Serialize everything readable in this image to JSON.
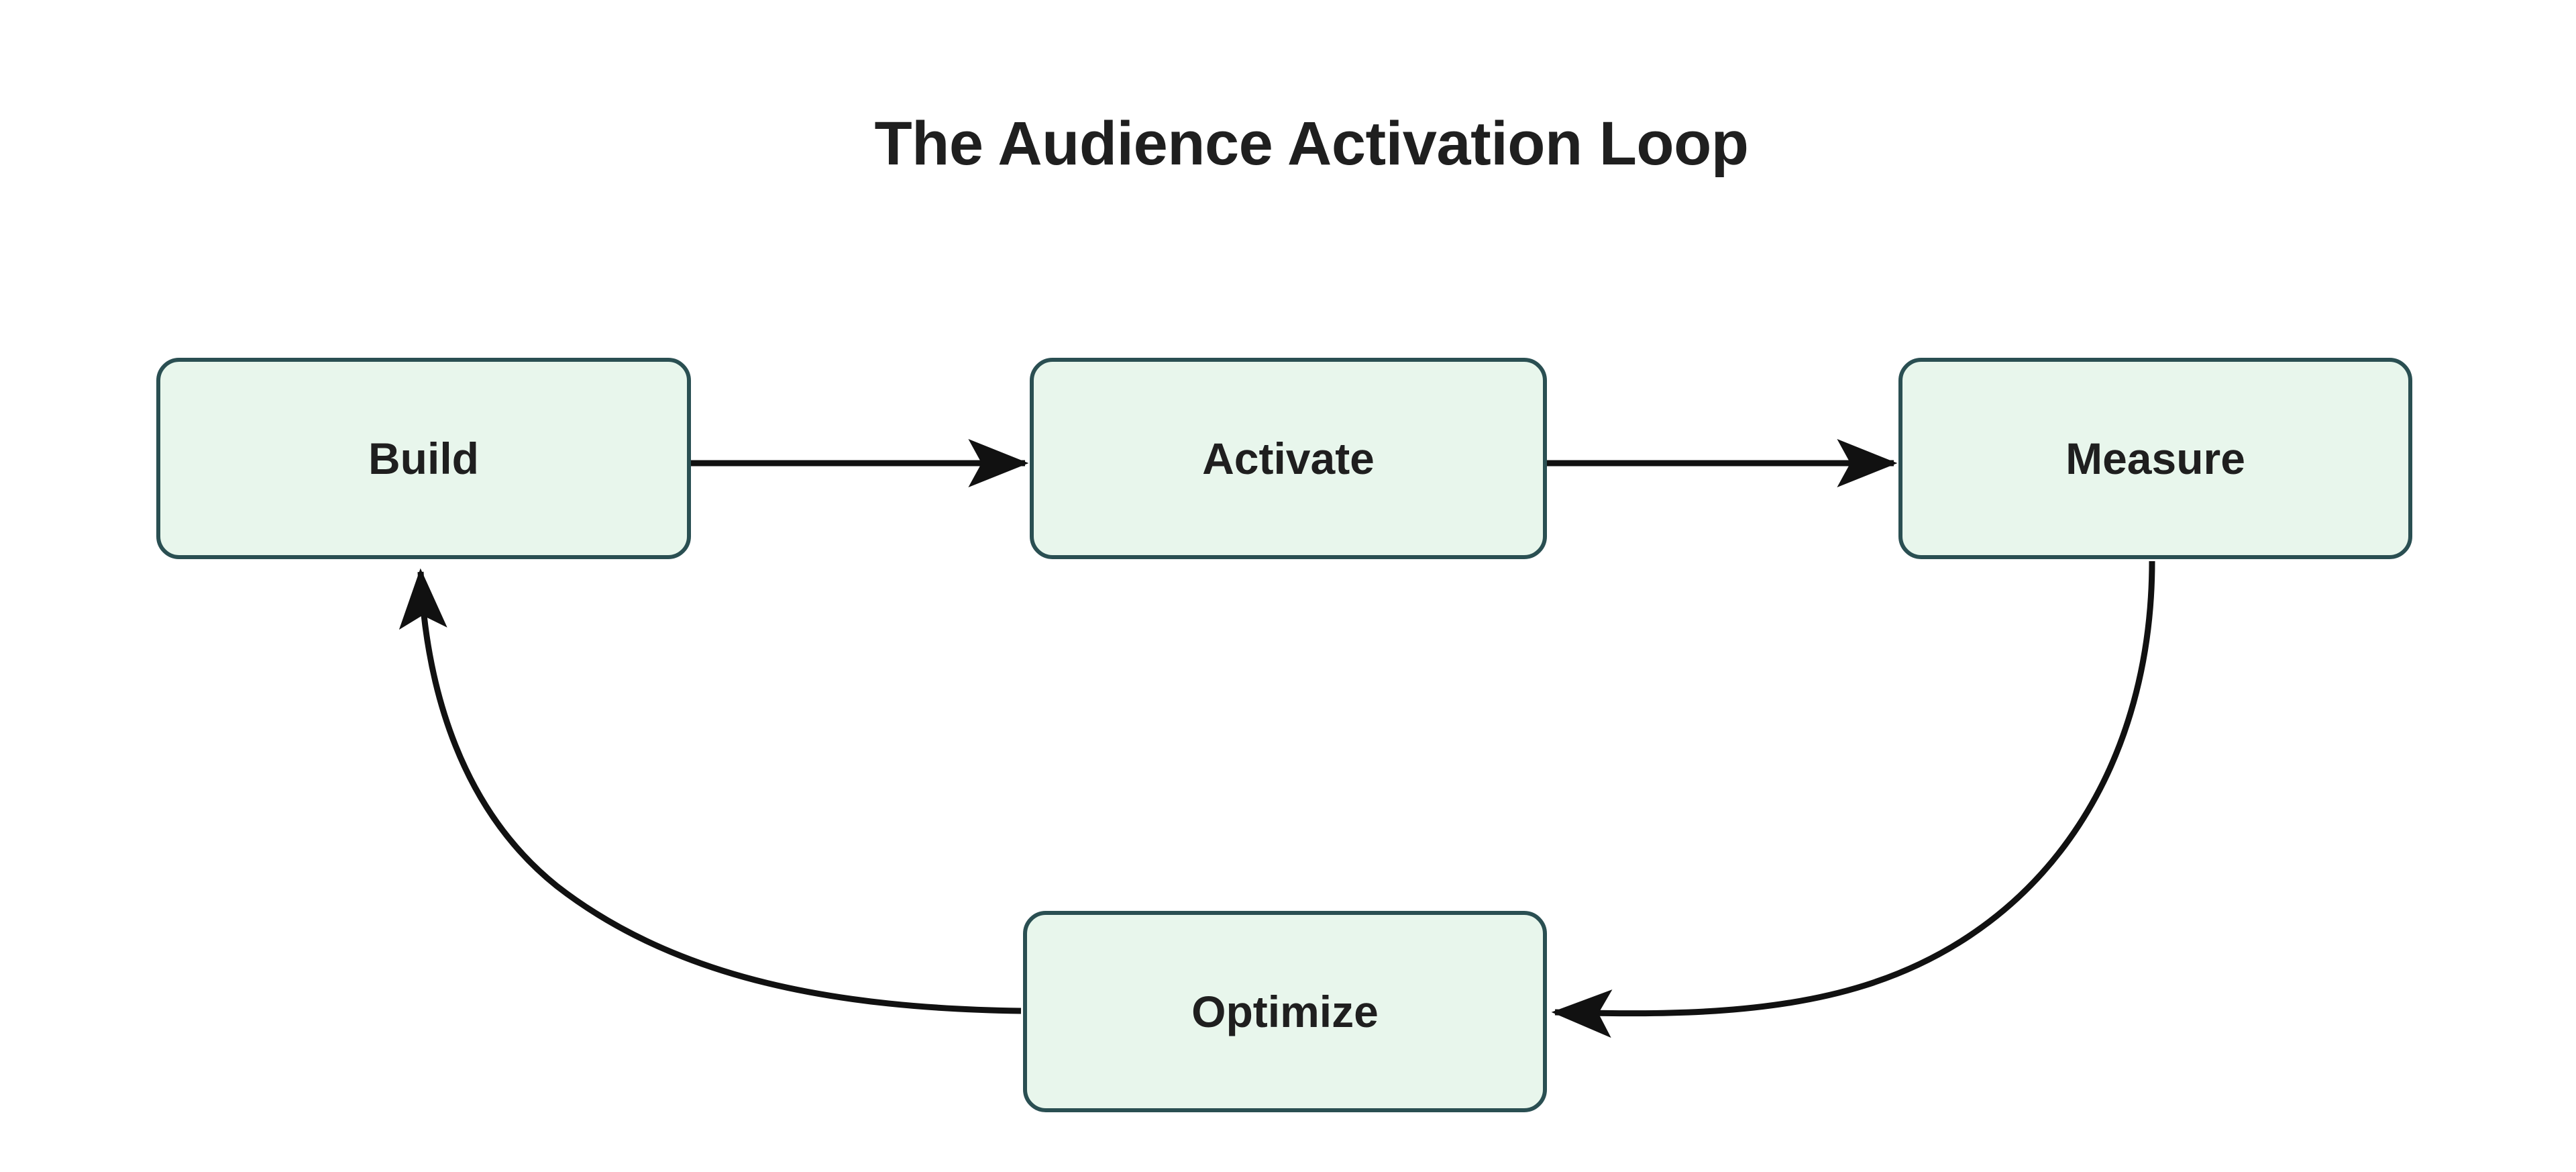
{
  "diagram": {
    "title": "The Audience Activation Loop",
    "type": "cycle-flowchart",
    "background_color": "#ffffff",
    "node_fill_color": "#e8f6ec",
    "node_border_color": "#2a4f52",
    "text_color": "#1f1f1f",
    "edge_color": "#111111",
    "nodes": [
      {
        "id": "build",
        "label": "Build"
      },
      {
        "id": "activate",
        "label": "Activate"
      },
      {
        "id": "measure",
        "label": "Measure"
      },
      {
        "id": "optimize",
        "label": "Optimize"
      }
    ],
    "edges": [
      {
        "from": "build",
        "to": "activate",
        "style": "straight",
        "direction": "right"
      },
      {
        "from": "activate",
        "to": "measure",
        "style": "straight",
        "direction": "right"
      },
      {
        "from": "measure",
        "to": "optimize",
        "style": "curved",
        "direction": "left"
      },
      {
        "from": "optimize",
        "to": "build",
        "style": "curved",
        "direction": "up"
      }
    ]
  }
}
